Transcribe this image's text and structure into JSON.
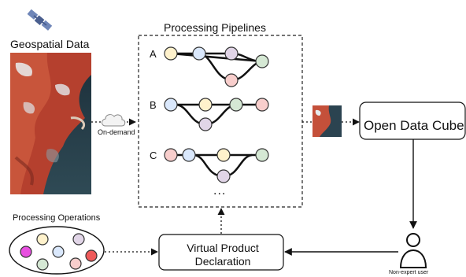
{
  "left": {
    "title": "Geospatial Data",
    "on_demand_label": "On-demand"
  },
  "pipelines": {
    "title": "Processing Pipelines",
    "rows": [
      {
        "label": "A"
      },
      {
        "label": "B"
      },
      {
        "label": "C"
      }
    ],
    "ellipsis": "..."
  },
  "operations": {
    "title": "Processing Operations"
  },
  "virtual_product": {
    "line1": "Virtual Product",
    "line2": "Declaration"
  },
  "open_data_cube": {
    "label": "Open Data Cube"
  },
  "user": {
    "label": "Non-expert user"
  },
  "colors": {
    "yellow": "#fff2cc",
    "blue": "#dae8fc",
    "purple": "#e1d5e7",
    "pink": "#f8cecc",
    "green": "#d5e8d4",
    "magenta": "#e84fe0",
    "red": "#ee5a5a",
    "stroke": "#333333"
  },
  "icons": [
    "satellite-icon",
    "cloud-icon",
    "user-icon"
  ]
}
